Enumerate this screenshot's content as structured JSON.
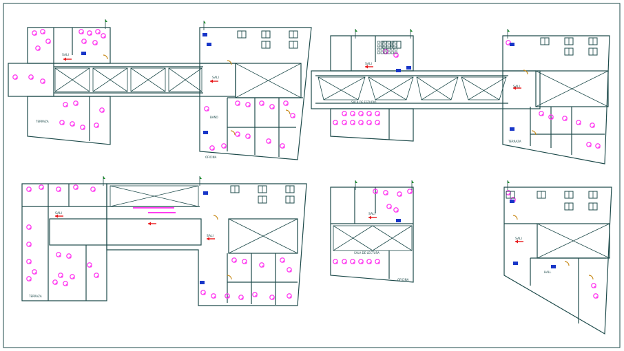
{
  "drawing": {
    "title": "",
    "colors": {
      "paper": "#ffffff",
      "wall": "#1d4a4a",
      "furniture": "#ff3df0",
      "exit_arrow": "#e8181a",
      "equipment": "#1836c8",
      "door": "#c88a1a",
      "north": "#1a8a2a"
    },
    "exit_label": "SALI",
    "room_labels": {
      "terrace": "TERRAZA",
      "study": "SALA DE ESTUDIO",
      "reading": "SALA DE LECTURA",
      "office": "OFICINA",
      "bath": "BAÑO",
      "hall": "HALL"
    }
  },
  "plans": [
    {
      "id": "plan-1",
      "name": "plan-first-floor-left"
    },
    {
      "id": "plan-2",
      "name": "plan-first-floor-right"
    },
    {
      "id": "plan-3",
      "name": "plan-second-floor-left"
    },
    {
      "id": "plan-4",
      "name": "plan-second-floor-center"
    },
    {
      "id": "plan-5",
      "name": "plan-second-floor-right"
    }
  ]
}
